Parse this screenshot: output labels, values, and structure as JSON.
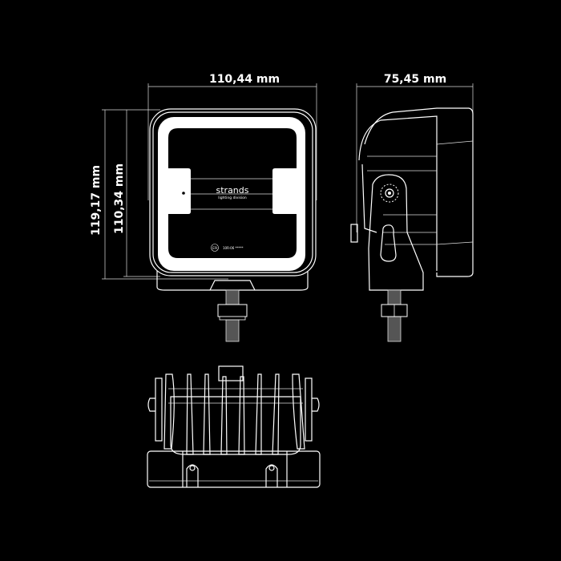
{
  "dimensions": {
    "front_width": "110,44 mm",
    "side_depth": "75,45 mm",
    "total_height": "119,17 mm",
    "housing_height": "110,34 mm"
  },
  "lamp": {
    "brand": "strands",
    "brand_tagline": "lighting division",
    "approval_mark": "E9",
    "approval_code": "10R-06 *****"
  }
}
